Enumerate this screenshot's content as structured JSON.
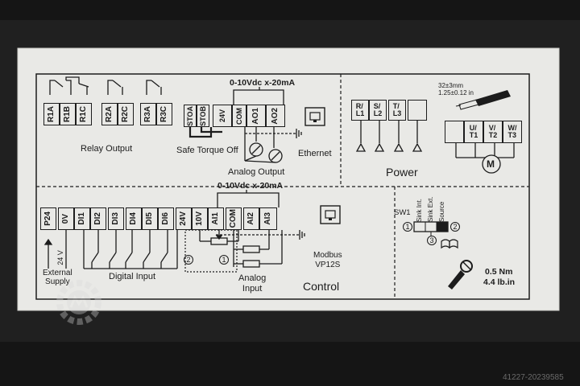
{
  "relay": {
    "terminals": [
      "R1A",
      "R1B",
      "R1C",
      "R2A",
      "R2C",
      "R3A",
      "R3C"
    ],
    "label": "Relay Output"
  },
  "safe_torque": {
    "terminals": [
      "STOA",
      "STOB",
      "24V",
      "COM"
    ],
    "label": "Safe Torque Off"
  },
  "analog_output": {
    "range": "0-10Vdc x-20mA",
    "terminals": [
      "AO1",
      "AO2"
    ],
    "label": "Analog Output"
  },
  "ethernet": {
    "label": "Ethernet"
  },
  "power": {
    "input_terminals": [
      "R/\nL1",
      "S/\nL2",
      "T/\nL3"
    ],
    "output_terminals": [
      "U/\nT1",
      "V/\nT2",
      "W/\nT3"
    ],
    "label": "Power",
    "motor_symbol": "M",
    "strip_spec": "32±3mm\n1.25±0.12 in"
  },
  "control": {
    "analog_range": "0-10Vdc x-20mA",
    "terminals": [
      "P24",
      "0V",
      "DI1",
      "DI2",
      "DI3",
      "DI4",
      "DI5",
      "DI6",
      "24V",
      "10V",
      "AI1",
      "COM",
      "AI2",
      "AI3"
    ],
    "supply_voltage": "24 V",
    "external_supply_label": "External\nSupply",
    "digital_input_label": "Digital Input",
    "analog_input_label": "Analog\nInput",
    "modbus_label": "Modbus\nVP12S",
    "label": "Control",
    "marker_1": "1",
    "marker_2": "2"
  },
  "sw1": {
    "label": "SW1",
    "options": [
      "Sink Int.",
      "Sink Ext.",
      "Source"
    ],
    "marker_1": "1",
    "marker_2": "2",
    "marker_3": "3"
  },
  "torque": {
    "nm": "0.5 Nm",
    "lbin": "4.4 lb.in"
  },
  "watermark": "41227-20239585",
  "colors": {
    "panel": "#e9e9e6",
    "ink": "#1c1c1c",
    "background": "#141414"
  }
}
